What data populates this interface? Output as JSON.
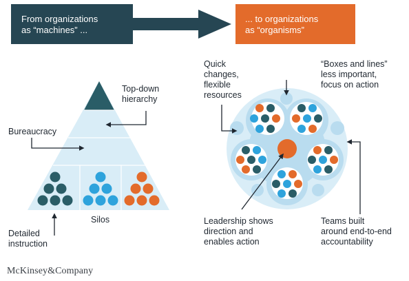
{
  "banners": {
    "left": {
      "line1": "From organizations",
      "line2": "as “machines” ..."
    },
    "right": {
      "line1": "... to organizations",
      "line2": "as “organisms”"
    }
  },
  "labels": {
    "top_down": {
      "line1": "Top-down",
      "line2": "hierarchy"
    },
    "bureaucracy": "Bureaucracy",
    "silos": "Silos",
    "detailed": {
      "line1": "Detailed",
      "line2": "instruction"
    },
    "quick": {
      "line1": "Quick",
      "line2": "changes,",
      "line3": "flexible",
      "line4": "resources"
    },
    "boxes": {
      "line1": "“Boxes and lines”",
      "line2": "less important,",
      "line3": "focus on action"
    },
    "leadership": {
      "line1": "Leadership shows",
      "line2": "direction and",
      "line3": "enables action"
    },
    "teams": {
      "line1": "Teams built",
      "line2": "around end-to-end",
      "line3": "accountability"
    }
  },
  "logo": "McKinsey&Company",
  "colors": {
    "navy": "#264653",
    "orange": "#e36b2b",
    "teal": "#2a5d67",
    "sky": "#2ea3dc",
    "pale_blue": "#d9edf7",
    "light_blue": "#b9dcef"
  }
}
